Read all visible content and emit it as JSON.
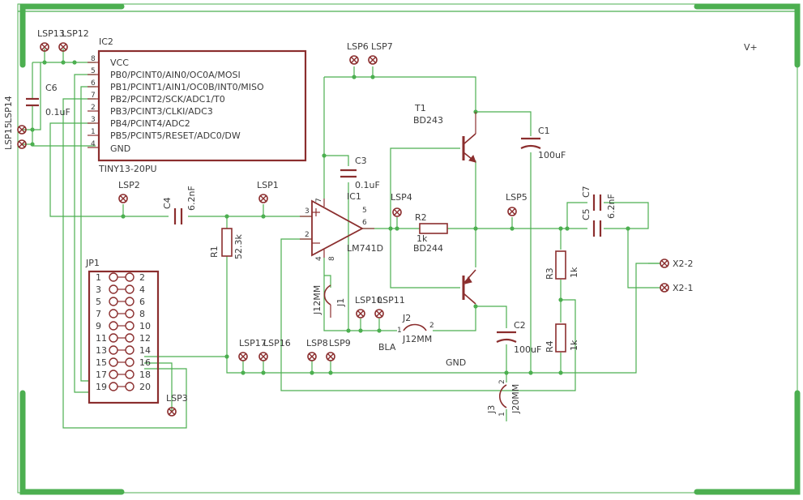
{
  "labels": {
    "vplus": "V+",
    "gnd": "GND",
    "bla": "BLA",
    "ic2": "IC2",
    "ic2_part": "TINY13-20PU",
    "ic2_pins": [
      "VCC",
      "PB0/PCINT0/AIN0/OC0A/MOSI",
      "PB1/PCINT1/AIN1/OC0B/INT0/MISO",
      "PB2/PCINT2/SCK/ADC1/T0",
      "PB3/PCINT3/CLKI/ADC3",
      "PB4/PCINT4/ADC2",
      "PB5/PCINT5/RESET/ADC0/DW",
      "GND"
    ],
    "ic2_pin_nums": [
      "8",
      "5",
      "6",
      "7",
      "2",
      "3",
      "1",
      "4"
    ],
    "ic1": "IC1",
    "ic1_part": "LM741D",
    "t1": "T1",
    "t1_part": "BD243",
    "t2_part": "BD244",
    "c1": "C1",
    "c1_val": "100uF",
    "c2": "C2",
    "c2_val": "100uF",
    "c3": "C3",
    "c3_val": "0.1uF",
    "c4": "C4",
    "c4_val": "6.2nF",
    "c5": "C5",
    "c6": "C6",
    "c6_val": "0.1uF",
    "c7": "C7",
    "c7_val": "6.2nF",
    "r1": "R1",
    "r1_val": "52.3k",
    "r2": "R2",
    "r2_val": "1k",
    "r3": "R3",
    "r3_val": "1k",
    "r4": "R4",
    "r4_val": "1k",
    "jp1": "JP1",
    "j1": "J1",
    "j1_val": "J12MM",
    "j2": "J2",
    "j2_val": "J12MM",
    "j3": "J3",
    "j3_val": "J20MM",
    "x2_2": "X2-2",
    "x2_1": "X2-1",
    "lsp": [
      "LSP1",
      "LSP2",
      "LSP3",
      "LSP4",
      "LSP5",
      "LSP6",
      "LSP7",
      "LSP8",
      "LSP9",
      "LSP10",
      "LSP11",
      "LSP12",
      "LSP13",
      "LSP14",
      "LSP15",
      "LSP16",
      "LSP17"
    ],
    "lsp_left_overlap": "LSP15",
    "lsp_left_overlap2": "LSP14",
    "lsp_top_left": "LSP13",
    "lsp_top_left2": "LSP12",
    "lsp_top_mid": "LSP6",
    "lsp_top_mid2": "LSP7",
    "lsp_mid_a": "LSP10",
    "lsp_mid_b": "LSP11",
    "lsp_bot_a": "LSP17",
    "lsp_bot_b": "LSP16",
    "lsp_bot_c": "LSP8",
    "lsp_bot_d": "LSP9",
    "jp1_pins_left": [
      "1",
      "3",
      "5",
      "7",
      "9",
      "11",
      "13",
      "15",
      "17",
      "19"
    ],
    "jp1_pins_right": [
      "2",
      "4",
      "6",
      "8",
      "10",
      "12",
      "14",
      "16",
      "18",
      "20"
    ],
    "opamp_pins": {
      "p3": "3",
      "p2": "2",
      "p7": "7",
      "p4": "4",
      "p5": "5",
      "p6": "6",
      "p8": "8"
    },
    "j_pin": {
      "one": "1",
      "two": "2"
    }
  }
}
